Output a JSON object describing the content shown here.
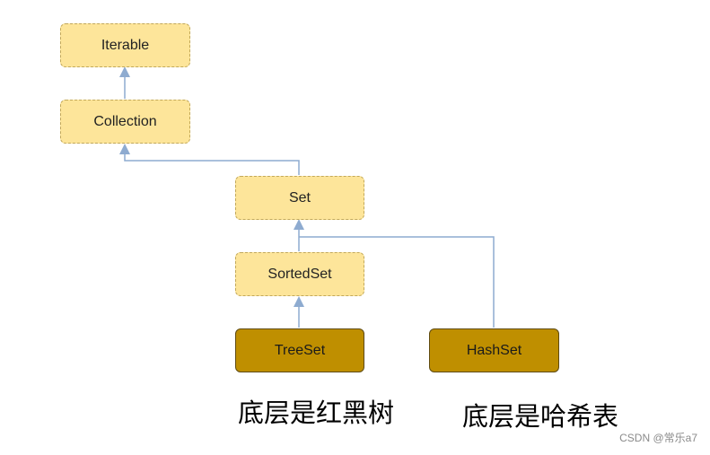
{
  "nodes": {
    "iterable": "Iterable",
    "collection": "Collection",
    "set": "Set",
    "sortedset": "SortedSet",
    "treeset": "TreeSet",
    "hashset": "HashSet"
  },
  "captions": {
    "treeset_note": "底层是红黑树",
    "hashset_note": "底层是哈希表"
  },
  "watermark": "CSDN @常乐a7",
  "colors": {
    "interface_fill": "#fde59a",
    "interface_border": "#c2a85a",
    "impl_fill": "#bf8f00",
    "impl_border": "#5e4a10",
    "connector": "#8eabd0"
  }
}
